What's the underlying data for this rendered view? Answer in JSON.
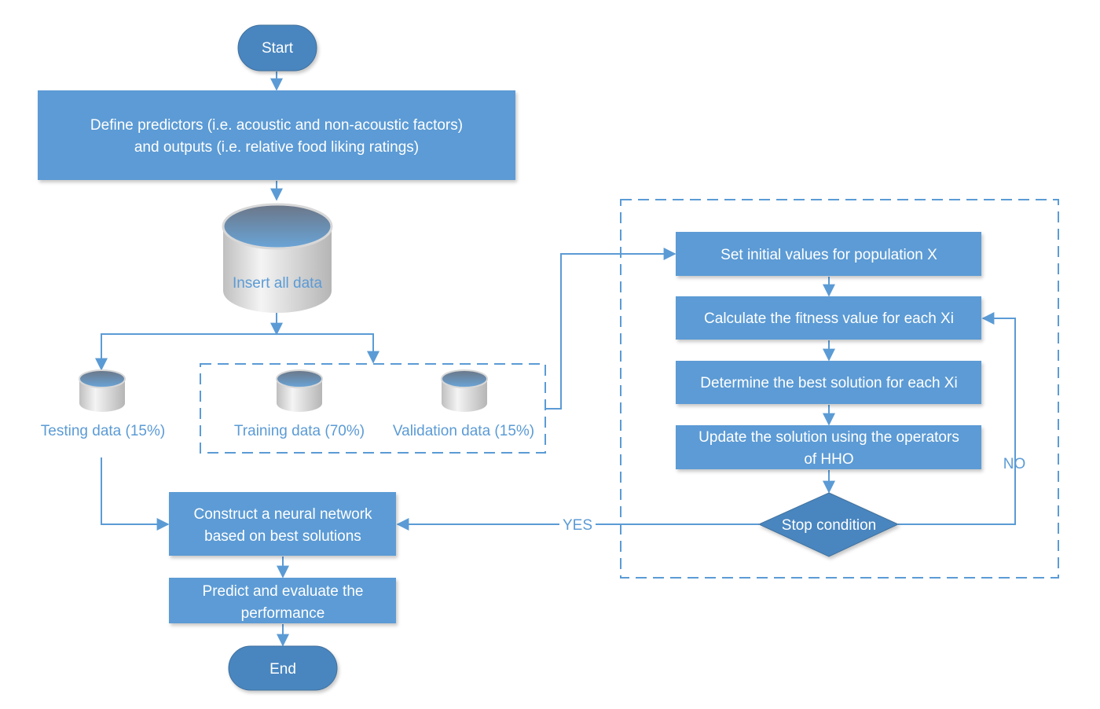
{
  "nodes": {
    "start": "Start",
    "define_line1": "Define predictors (i.e. acoustic and non-acoustic factors)",
    "define_line2": "and outputs (i.e. relative food liking ratings)",
    "insert_all_data": "Insert all data",
    "testing_data": "Testing data (15%)",
    "training_data": "Training data (70%)",
    "validation_data": "Validation data (15%)",
    "set_initial": "Set initial values for population X",
    "calculate_fitness": "Calculate the fitness value for each Xi",
    "determine_best": "Determine the best solution for each Xi",
    "update_line1": "Update the solution using the operators",
    "update_line2": "of HHO",
    "stop_condition": "Stop condition",
    "construct_line1": "Construct a neural network",
    "construct_line2": "based on best solutions",
    "predict_line1": "Predict and evaluate the",
    "predict_line2": "performance",
    "end": "End"
  },
  "edge_labels": {
    "yes": "YES",
    "no": "NO"
  },
  "colors": {
    "box_fill": "#5b9bd5",
    "terminator_fill": "#4a86c0",
    "line": "#5b9bd5",
    "text_on_box": "#ffffff"
  }
}
